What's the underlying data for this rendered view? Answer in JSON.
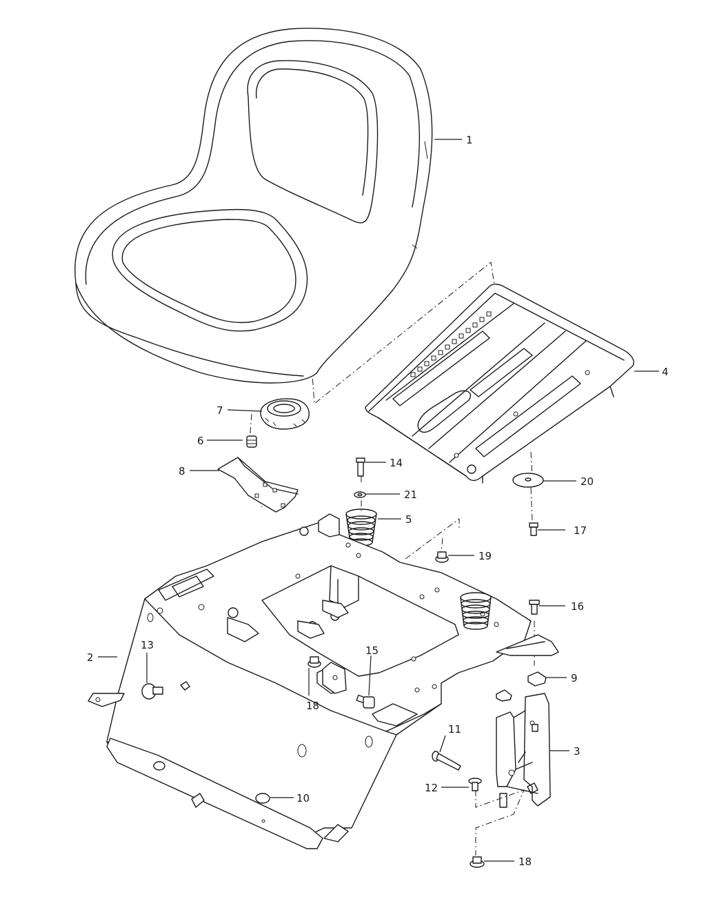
{
  "callouts": [
    {
      "part": "seat",
      "label": "1"
    },
    {
      "part": "seat-pan-frame",
      "label": "2"
    },
    {
      "part": "support-bracket",
      "label": "3"
    },
    {
      "part": "seat-adjust-plate",
      "label": "4"
    },
    {
      "part": "compression-spring",
      "label": "5"
    },
    {
      "part": "spring-nut",
      "label": "6"
    },
    {
      "part": "seat-switch",
      "label": "7"
    },
    {
      "part": "switch-bracket",
      "label": "8"
    },
    {
      "part": "clip-nut",
      "label": "9"
    },
    {
      "part": "bumper",
      "label": "10"
    },
    {
      "part": "pivot-pin",
      "label": "11"
    },
    {
      "part": "clevis-pin",
      "label": "12"
    },
    {
      "part": "knob-bumper",
      "label": "13"
    },
    {
      "part": "bolt",
      "label": "14"
    },
    {
      "part": "bolt-15",
      "label": "15"
    },
    {
      "part": "bolt-16",
      "label": "16"
    },
    {
      "part": "shoulder-bolt",
      "label": "17"
    },
    {
      "part": "flange-nut-upper",
      "label": "18"
    },
    {
      "part": "flange-nut",
      "label": "19"
    },
    {
      "part": "large-washer",
      "label": "20"
    },
    {
      "part": "washer",
      "label": "21"
    },
    {
      "part": "flange-nut-lower",
      "label": "18"
    }
  ]
}
